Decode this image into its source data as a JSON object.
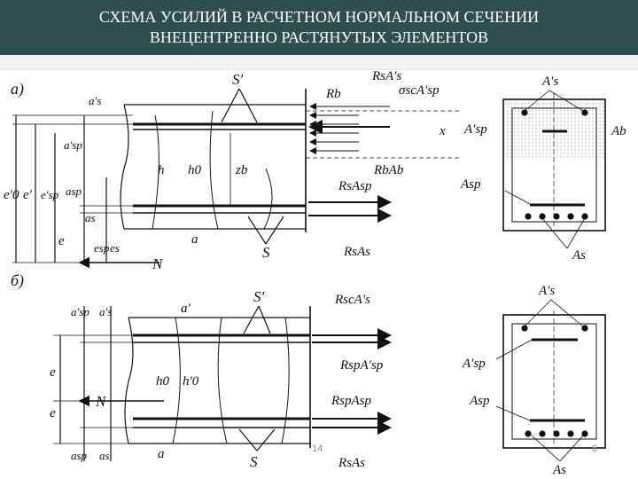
{
  "header": {
    "title_line1": "СХЕМА УСИЛИЙ В РАСЧЕТНОМ НОРМАЛЬНОМ СЕЧЕНИИ",
    "title_line2": "ВНЕЦЕНТРЕННО РАСТЯНУТЫХ ЭЛЕМЕНТОВ"
  },
  "diagram_a": {
    "case_label": "а)",
    "labels": {
      "s_prime": "S′",
      "s": "S",
      "n": "N",
      "rs_as_prime": "RsA′s",
      "rb": "Rb",
      "sigma_sc": "σscA′sp",
      "rb_ab": "RbAb",
      "rs_asp": "RsAsp",
      "rs_as": "RsAs",
      "x": "x",
      "zb": "zb",
      "h": "h",
      "h0": "h0",
      "as_prime_top": "a′s",
      "asp_prime_top": "a′sp",
      "e0": "e′0",
      "e_prime": "e′",
      "e_sp_prime": "e′sp",
      "a_sp": "asp",
      "a_s": "as",
      "e": "e",
      "e_sp": "esp",
      "es": "es",
      "a": "a",
      "sec_as_prime": "A′s",
      "sec_asp_prime": "A′sp",
      "sec_ab": "Ab",
      "sec_asp": "Asp",
      "sec_as": "As"
    }
  },
  "diagram_b": {
    "case_label": "б)",
    "labels": {
      "s_prime": "S′",
      "s": "S",
      "n": "N",
      "rsc_as_prime": "RscA′s",
      "rsp_asp_prime": "RspA′sp",
      "rsp_asp": "RspAsp",
      "rs_as": "RsAs",
      "a_sp_prime": "a′sp",
      "a_s_prime": "a′s",
      "a_prime": "a′",
      "h0": "h0",
      "h0_prime": "h′0",
      "e": "e",
      "e2": "e",
      "a_sp": "asp",
      "a_s": "as",
      "a": "a",
      "sec_as_prime": "A′s",
      "sec_asp_prime": "A′sp",
      "sec_asp": "Asp",
      "sec_as": "As"
    }
  },
  "footer": {
    "page_number": "14",
    "slide_number": "6"
  }
}
